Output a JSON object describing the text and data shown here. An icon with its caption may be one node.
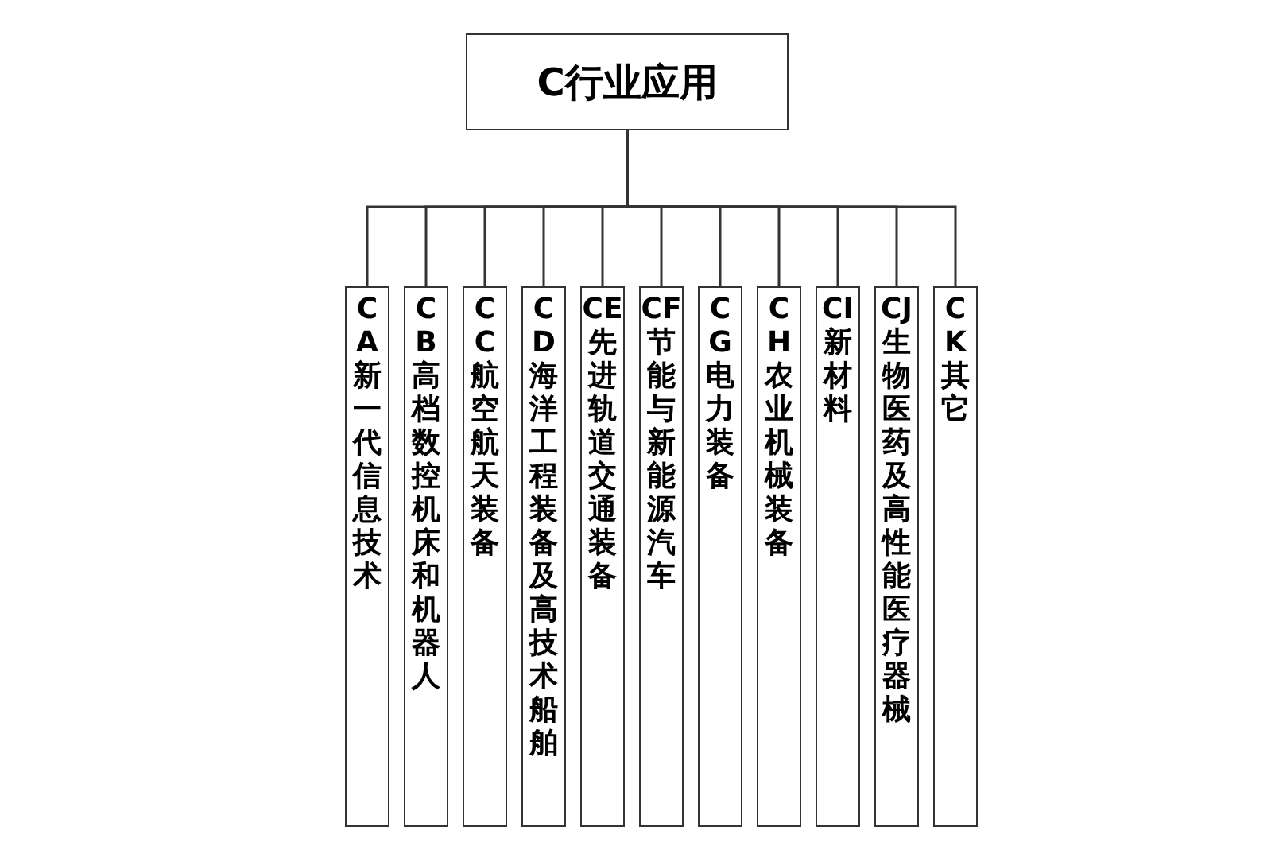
{
  "diagram": {
    "nodes": [
      {
        "text": [
          "C行业应用"
        ]
      },
      {
        "text": [
          "CA新一代信息技术"
        ]
      },
      {
        "text": [
          "CB高档数控机床和机器人"
        ]
      },
      {
        "text": [
          "CC航空航天装备"
        ]
      },
      {
        "text": [
          "CD海洋工程装备及高技术船舶"
        ]
      },
      {
        "text": [
          "CE先进轨道交通装备"
        ]
      },
      {
        "text": [
          "CF节能与新能源汽车"
        ]
      },
      {
        "text": [
          "CG电力装备"
        ]
      },
      {
        "text": [
          "CH农业机械装备"
        ]
      },
      {
        "text": [
          "CI新材料"
        ]
      },
      {
        "text": [
          "CJ生物医药及高性能医疗器械"
        ]
      },
      {
        "text": [
          "CK其它"
        ]
      }
    ],
    "edges": [
      {
        "from": 0,
        "to": 1,
        "arrow": "none"
      },
      {
        "from": 0,
        "to": 2,
        "arrow": "none"
      },
      {
        "from": 0,
        "to": 3,
        "arrow": "none"
      },
      {
        "from": 0,
        "to": 4,
        "arrow": "none"
      },
      {
        "from": 0,
        "to": 5,
        "arrow": "none"
      },
      {
        "from": 0,
        "to": 6,
        "arrow": "none"
      },
      {
        "from": 0,
        "to": 7,
        "arrow": "none"
      },
      {
        "from": 0,
        "to": 8,
        "arrow": "none"
      },
      {
        "from": 0,
        "to": 9,
        "arrow": "none"
      },
      {
        "from": 0,
        "to": 10,
        "arrow": "none"
      },
      {
        "from": 0,
        "to": 11,
        "arrow": "none"
      }
    ]
  }
}
